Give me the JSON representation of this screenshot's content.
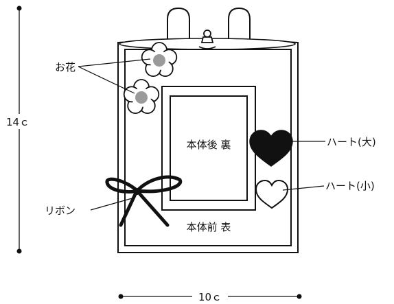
{
  "dimensions": {
    "height_label": "14ｃ",
    "width_label": "10ｃ"
  },
  "labels": {
    "flower": "お花",
    "body_back": "本体後 裏",
    "body_front": "本体前 表",
    "heart_large": "ハート(大)",
    "heart_small": "ハート(小)",
    "ribbon": "リボン"
  },
  "colors": {
    "line": "#111111",
    "heart_fill": "#111111",
    "flower_center": "#9a9a9a",
    "background": "#ffffff"
  }
}
